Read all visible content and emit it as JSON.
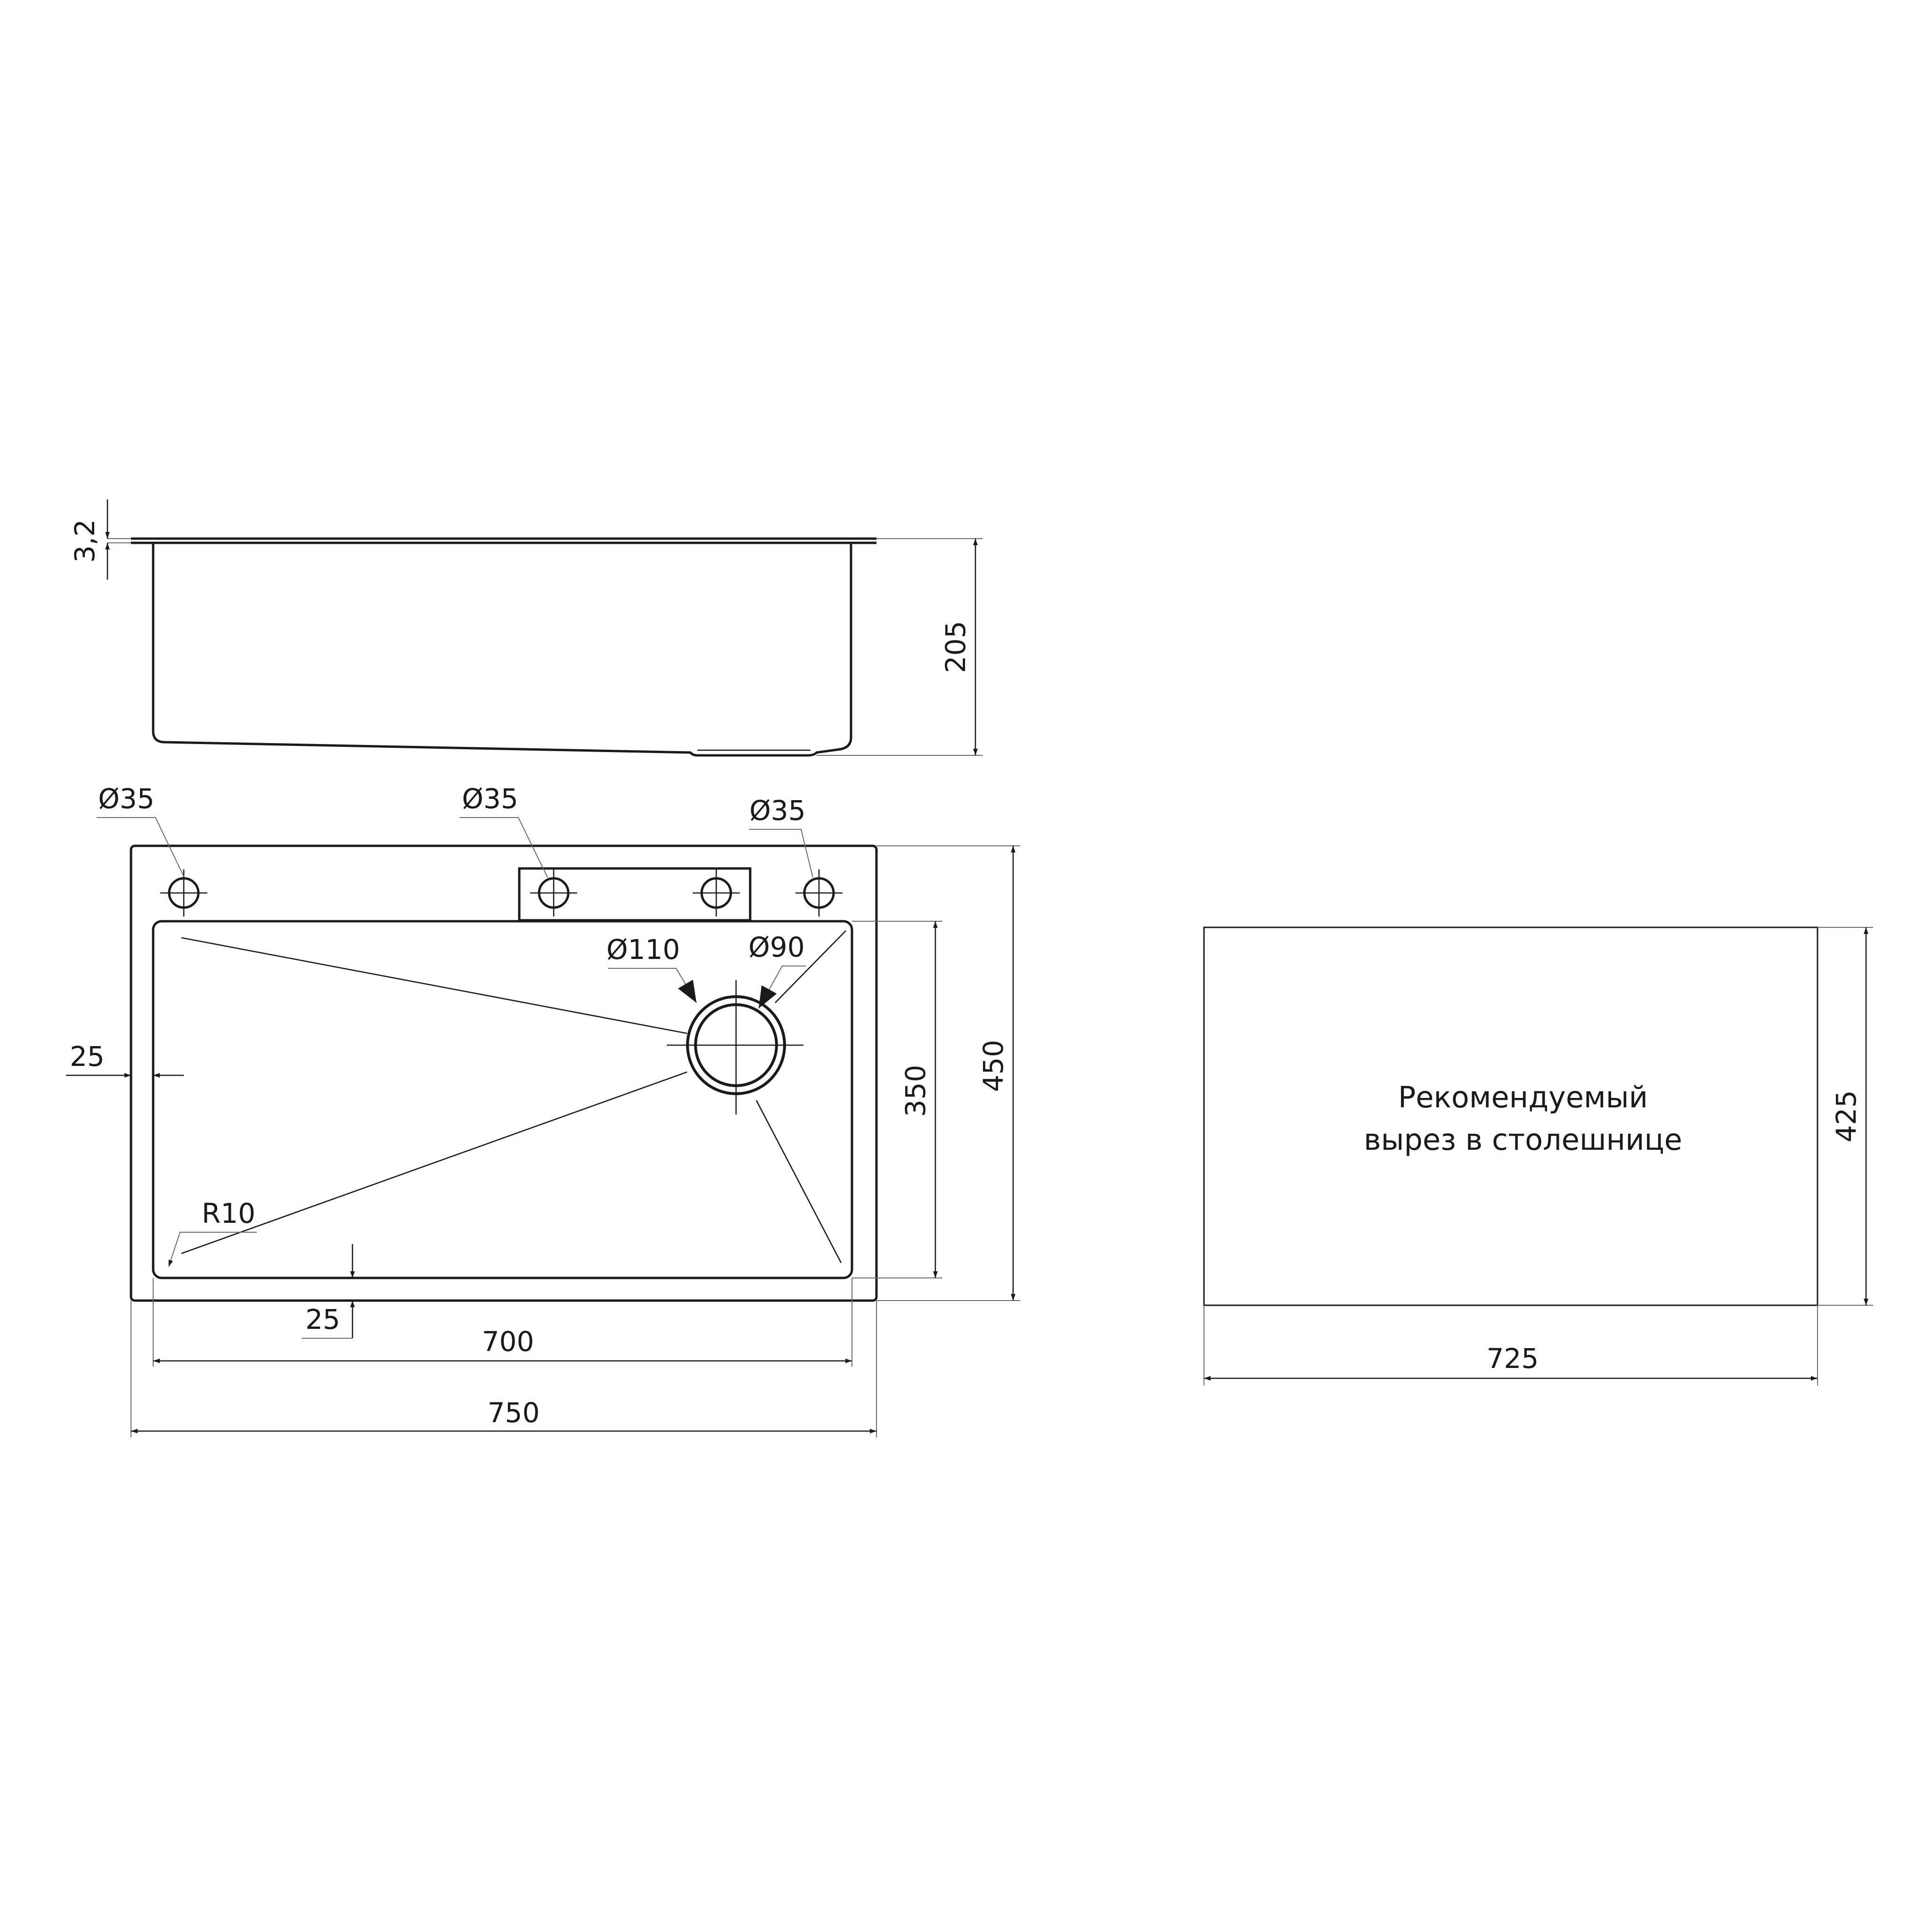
{
  "side_view": {
    "rim_thickness_label": "3,2",
    "height_label": "205"
  },
  "top_view": {
    "hole_left_label": "Ø35",
    "hole_middle_label": "Ø35",
    "hole_right_label": "Ø35",
    "drain_outer_label": "Ø110",
    "drain_inner_label": "Ø90",
    "left_margin_label": "25",
    "bottom_margin_label": "25",
    "corner_radius_label": "R10",
    "bowl_depth_label": "350",
    "overall_depth_label": "450",
    "bowl_width_label": "700",
    "overall_width_label": "750"
  },
  "cutout": {
    "title_line1": "Рекомендуемый",
    "title_line2": "вырез в столешнице",
    "depth_label": "425",
    "width_label": "725"
  },
  "colors": {
    "line": "#1a1a1a",
    "background": "#ffffff"
  }
}
